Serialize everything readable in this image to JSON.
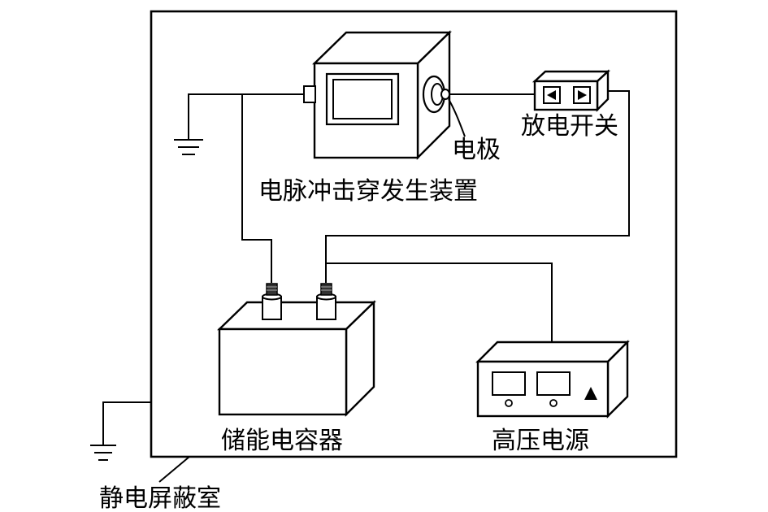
{
  "labels": {
    "pulse_device": "电脉冲击穿发生装置",
    "electrode": "电极",
    "discharge_switch": "放电开关",
    "capacitor": "储能电容器",
    "hv_source": "高压电源",
    "shield_room": "静电屏蔽室"
  }
}
